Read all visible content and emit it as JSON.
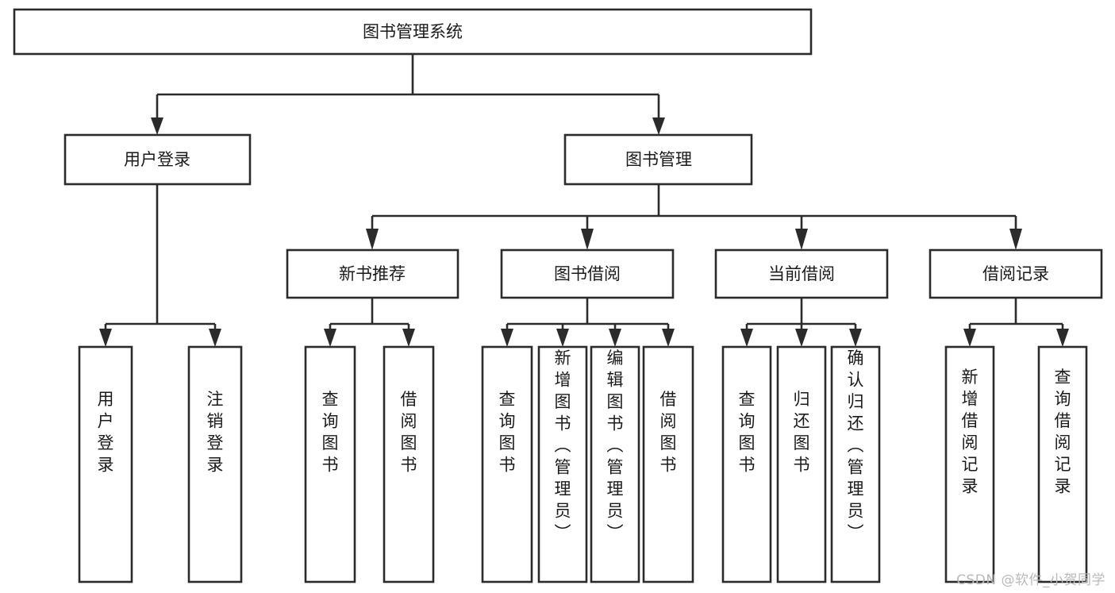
{
  "diagram": {
    "type": "tree",
    "title": "图书管理系统",
    "watermark": "CSDN @软件_小贺同学",
    "colors": {
      "box_stroke": "#2b2b2b",
      "box_fill": "#ffffff",
      "text": "#1a1a1a",
      "connector": "#2b2b2b",
      "watermark": "#b9b9b9",
      "background": "#ffffff"
    },
    "levels": {
      "root": "图书管理系统",
      "level2": [
        "用户登录",
        "图书管理"
      ],
      "level3": [
        "新书推荐",
        "图书借阅",
        "当前借阅",
        "借阅记录"
      ]
    },
    "nodes": {
      "root": {
        "label": "图书管理系统",
        "orientation": "horizontal"
      },
      "user_login": {
        "label": "用户登录",
        "orientation": "horizontal"
      },
      "book_manage": {
        "label": "图书管理",
        "orientation": "horizontal"
      },
      "new_book_rec": {
        "label": "新书推荐",
        "orientation": "horizontal"
      },
      "book_borrow": {
        "label": "图书借阅",
        "orientation": "horizontal"
      },
      "current_borrow": {
        "label": "当前借阅",
        "orientation": "horizontal"
      },
      "borrow_record": {
        "label": "借阅记录",
        "orientation": "horizontal"
      },
      "leaf_user_login": {
        "label": "用户登录",
        "orientation": "vertical"
      },
      "leaf_logout": {
        "label": "注销登录",
        "orientation": "vertical"
      },
      "leaf_query_book_1": {
        "label": "查询图书",
        "orientation": "vertical"
      },
      "leaf_borrow_book_1": {
        "label": "借阅图书",
        "orientation": "vertical"
      },
      "leaf_query_book_2": {
        "label": "查询图书",
        "orientation": "vertical"
      },
      "leaf_add_book": {
        "label": "新增图书（管理员）",
        "orientation": "vertical"
      },
      "leaf_edit_book": {
        "label": "编辑图书（管理员）",
        "orientation": "vertical"
      },
      "leaf_borrow_book_2": {
        "label": "借阅图书",
        "orientation": "vertical"
      },
      "leaf_query_book_3": {
        "label": "查询图书",
        "orientation": "vertical"
      },
      "leaf_return_book": {
        "label": "归还图书",
        "orientation": "vertical"
      },
      "leaf_confirm_return": {
        "label": "确认归还（管理员）",
        "orientation": "vertical"
      },
      "leaf_add_record": {
        "label": "新增借阅记录",
        "orientation": "vertical"
      },
      "leaf_query_record": {
        "label": "查询借阅记录",
        "orientation": "vertical"
      }
    },
    "edges": [
      {
        "from": "图书管理系统",
        "to": "用户登录"
      },
      {
        "from": "图书管理系统",
        "to": "图书管理"
      },
      {
        "from": "用户登录",
        "to": "用户登录"
      },
      {
        "from": "用户登录",
        "to": "注销登录"
      },
      {
        "from": "图书管理",
        "to": "新书推荐"
      },
      {
        "from": "图书管理",
        "to": "图书借阅"
      },
      {
        "from": "图书管理",
        "to": "当前借阅"
      },
      {
        "from": "图书管理",
        "to": "借阅记录"
      },
      {
        "from": "新书推荐",
        "to": "查询图书"
      },
      {
        "from": "新书推荐",
        "to": "借阅图书"
      },
      {
        "from": "图书借阅",
        "to": "查询图书"
      },
      {
        "from": "图书借阅",
        "to": "新增图书（管理员）"
      },
      {
        "from": "图书借阅",
        "to": "编辑图书（管理员）"
      },
      {
        "from": "图书借阅",
        "to": "借阅图书"
      },
      {
        "from": "当前借阅",
        "to": "查询图书"
      },
      {
        "from": "当前借阅",
        "to": "归还图书"
      },
      {
        "from": "当前借阅",
        "to": "确认归还（管理员）"
      },
      {
        "from": "借阅记录",
        "to": "新增借阅记录"
      },
      {
        "from": "借阅记录",
        "to": "查询借阅记录"
      }
    ]
  }
}
